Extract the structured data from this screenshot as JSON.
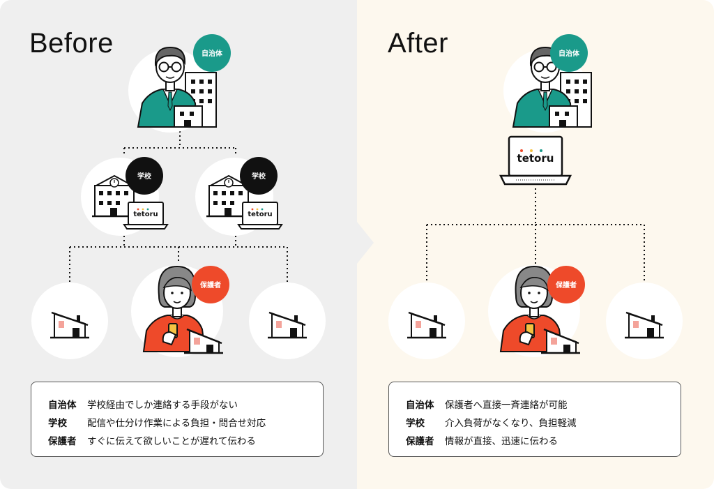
{
  "before": {
    "heading": "Before",
    "badges": {
      "municipality": "自治体",
      "school": "学校",
      "guardian": "保護者"
    },
    "logo": "tetoru",
    "rows": [
      {
        "key": "自治体",
        "value": "学校経由でしか連絡する手段がない"
      },
      {
        "key": "学校",
        "value": "配信や仕分け作業による負担・問合せ対応"
      },
      {
        "key": "保護者",
        "value": "すぐに伝えて欲しいことが遅れて伝わる"
      }
    ]
  },
  "after": {
    "heading": "After",
    "badges": {
      "municipality": "自治体",
      "guardian": "保護者"
    },
    "logo": "tetoru",
    "rows": [
      {
        "key": "自治体",
        "value": "保護者へ直接一斉連絡が可能"
      },
      {
        "key": "学校",
        "value": "介入負荷がなくなり、負担軽減"
      },
      {
        "key": "保護者",
        "value": "情報が直接、迅速に伝わる"
      }
    ]
  },
  "colors": {
    "teal": "#1a9a8a",
    "orange": "#ee4a2a",
    "black": "#111111",
    "leftBg": "#efefef",
    "rightBg": "#fdf8ee"
  }
}
